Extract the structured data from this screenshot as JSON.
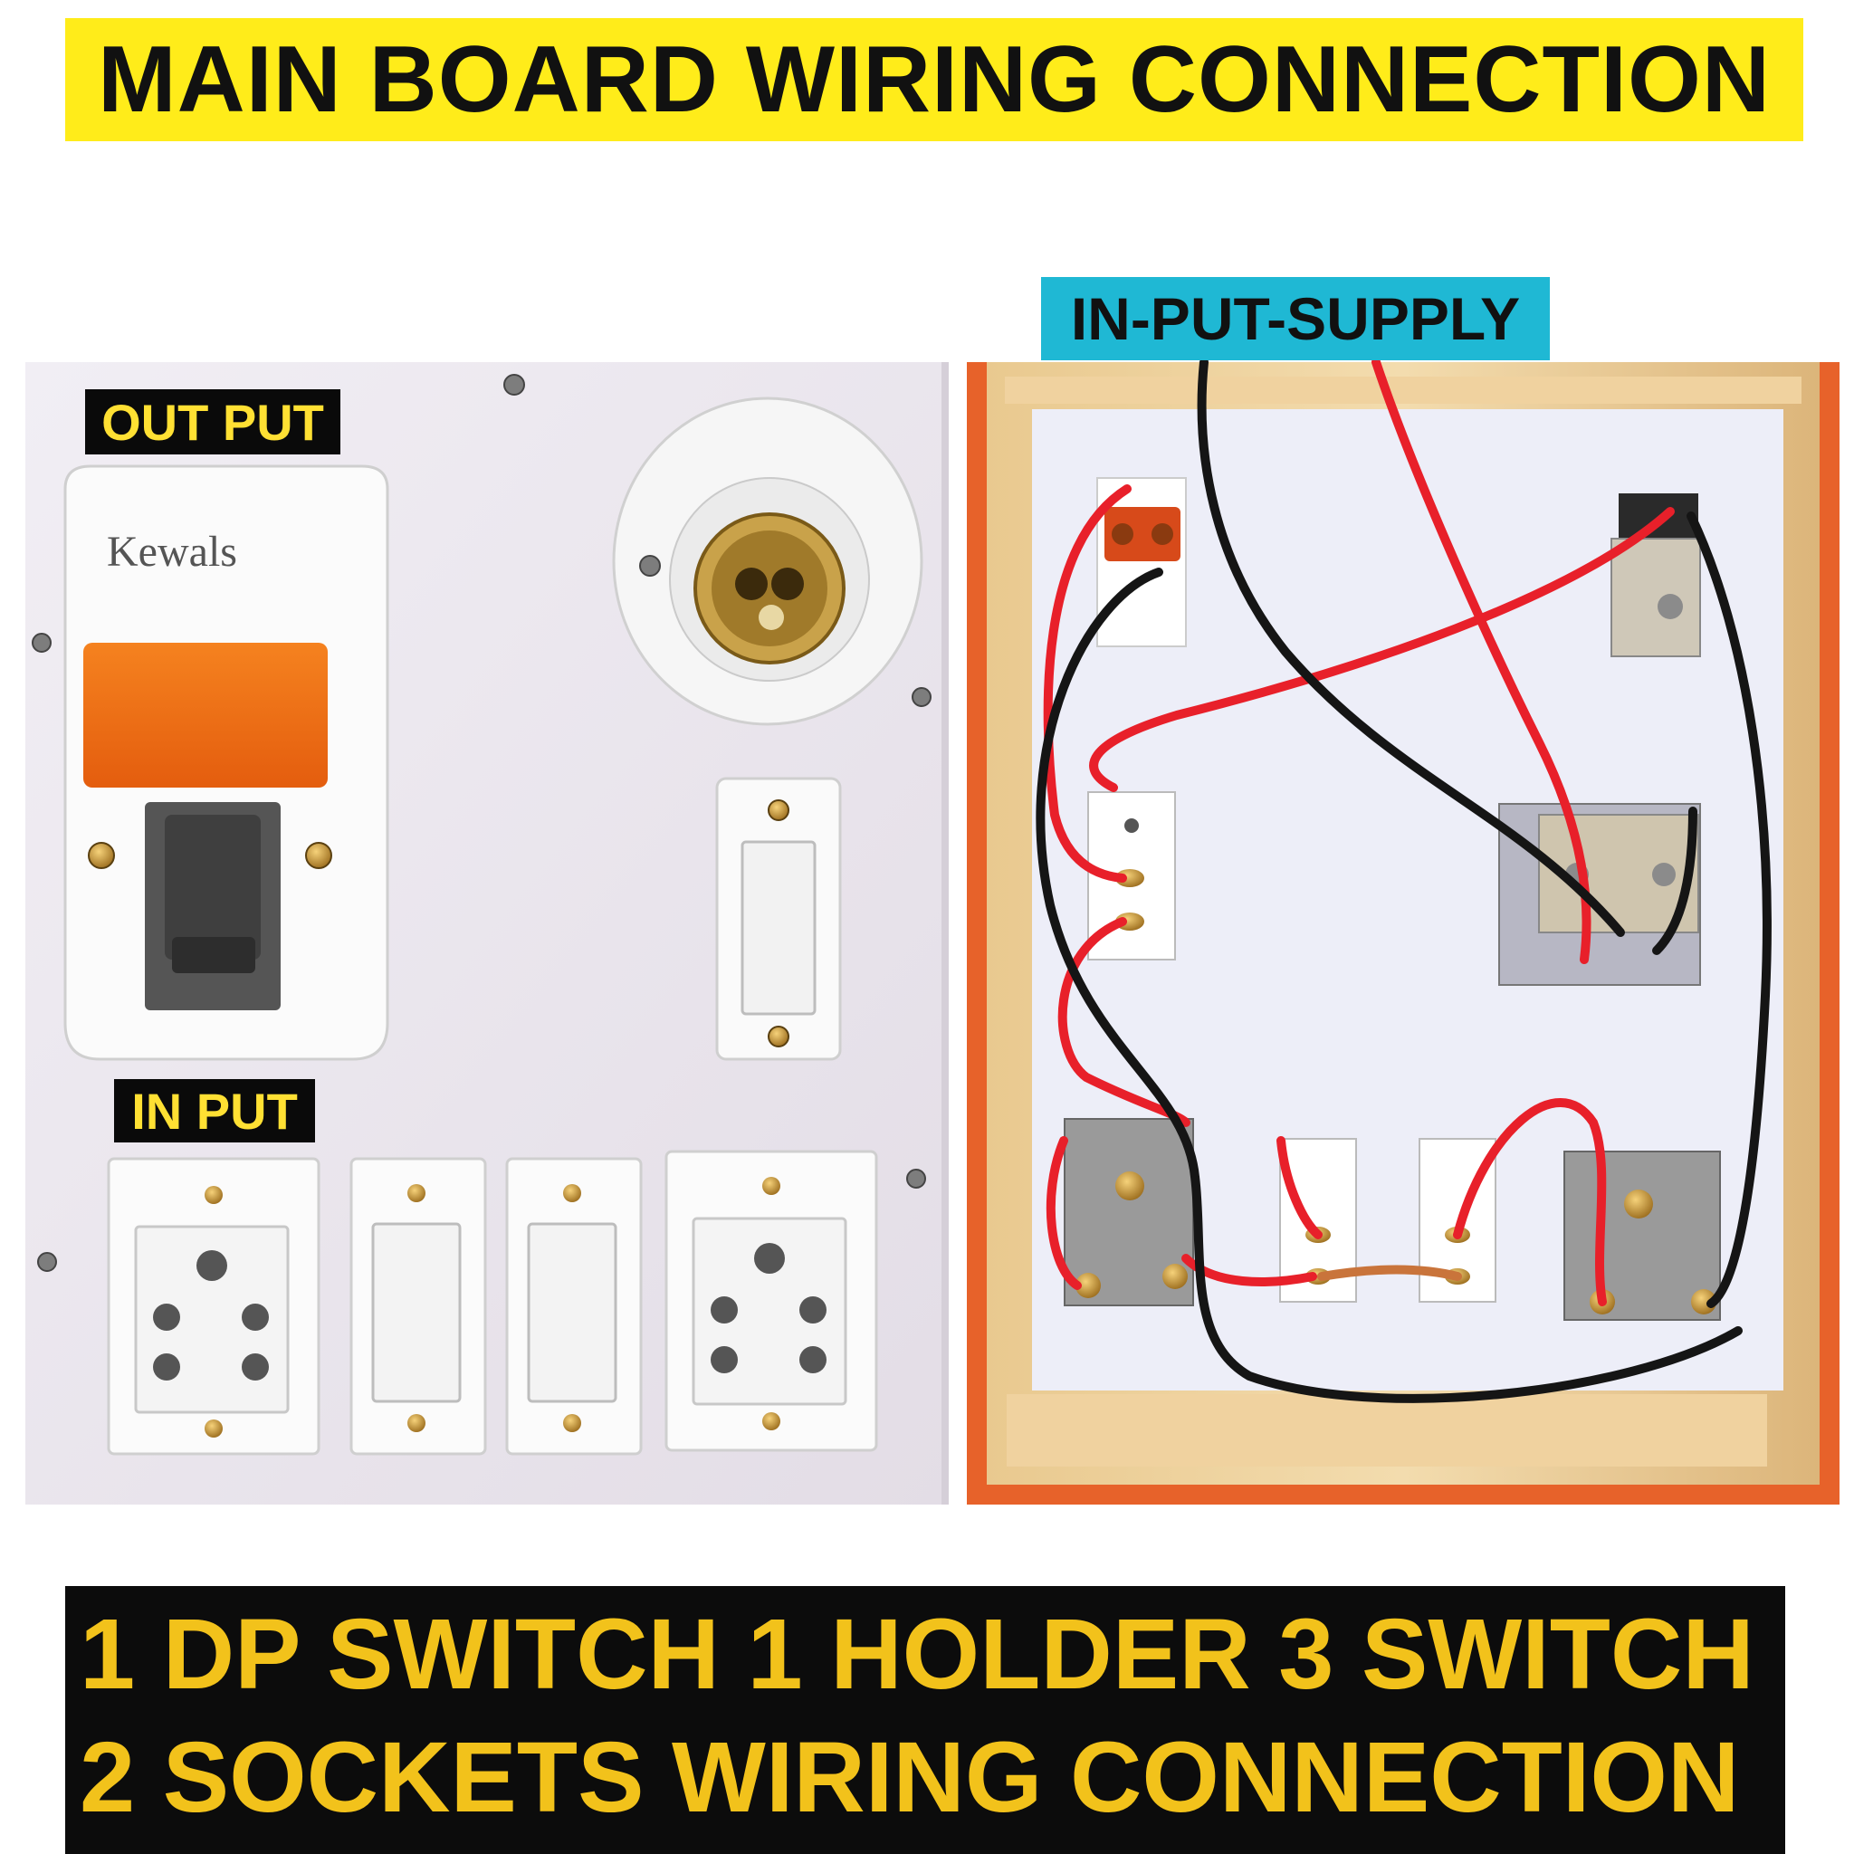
{
  "title": "MAIN BOARD WIRING CONNECTION",
  "labels": {
    "output": "OUT PUT",
    "input": "IN PUT",
    "input_supply": "IN-PUT-SUPPLY"
  },
  "mcb_brand": "Kewals",
  "footer": {
    "line1": "1 DP SWITCH 1 HOLDER 3 SWITCH",
    "line2": "2 SOCKETS WIRING CONNECTION"
  },
  "colors": {
    "title_bg": "#ffec1a",
    "footer_bg": "#0c0c0c",
    "footer_text": "#f2c21b",
    "label_bg": "#0a0a0a",
    "label_text": "#ffe033",
    "supply_label_bg": "#1fb8d4",
    "live_wire": "#e8202a",
    "neutral_wire": "#151515"
  }
}
